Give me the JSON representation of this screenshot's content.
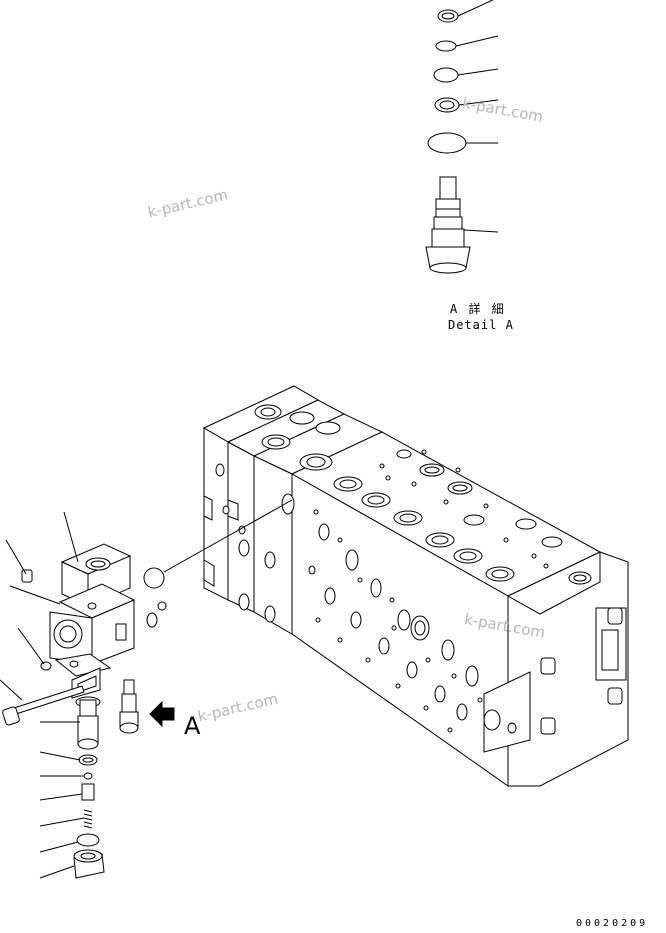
{
  "detail": {
    "title_jp": "A 詳 細",
    "title_en": "Detail A",
    "view_marker": "A"
  },
  "watermarks": [
    "k-part.com",
    "k-part.com",
    "k-part.com",
    "k-part.com"
  ],
  "drawing_code": "00020209"
}
